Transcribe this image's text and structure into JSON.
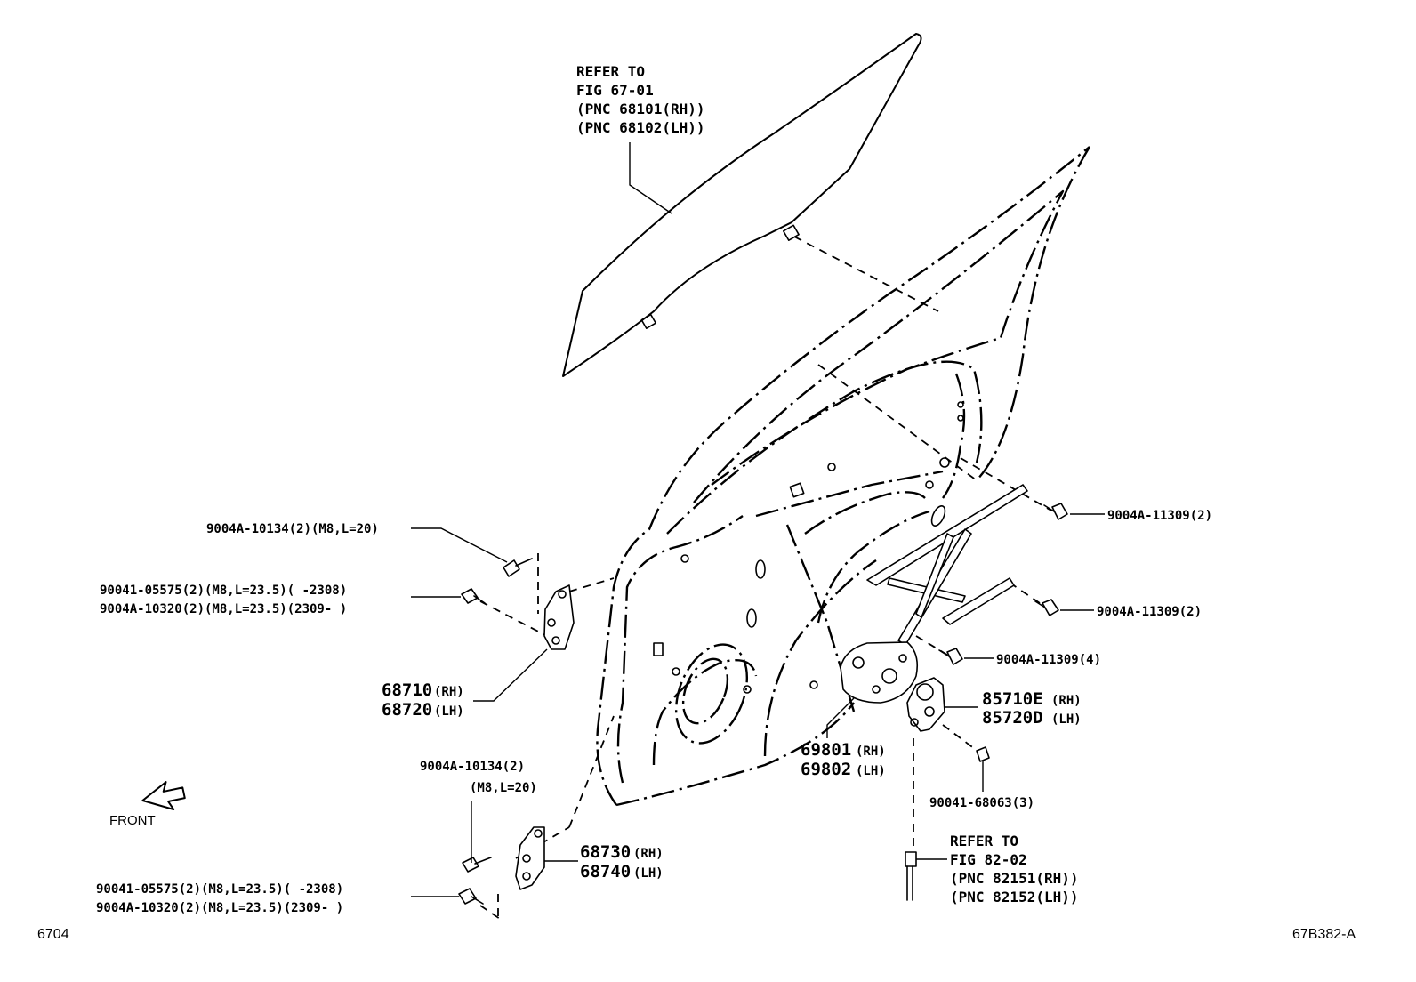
{
  "glass_reference": {
    "line1": "REFER TO",
    "line2": "FIG 67-01",
    "line3": "(PNC 68101(RH))",
    "line4": "(PNC 68102(LH))"
  },
  "wire_reference": {
    "line1": "REFER TO",
    "line2": "FIG 82-02",
    "line3": "(PNC 82151(RH))",
    "line4": "(PNC 82152(LH))"
  },
  "callouts": {
    "bolt_upper_hinge": "9004A-10134(2)(M8,L=20)",
    "bolt_upper_hinge_alt1": "90041-05575(2)(M8,L=23.5)(     -2308)",
    "bolt_upper_hinge_alt2": "9004A-10320(2)(M8,L=23.5)(2309-     )",
    "regulator_bolt_top": "9004A-11309(2)",
    "regulator_bolt_mid": "9004A-11309(2)",
    "regulator_bolt_low": "9004A-11309(4)",
    "motor_screw": "90041-68063(3)",
    "bolt_lower_hinge_line1": "9004A-10134(2)",
    "bolt_lower_hinge_line2": "(M8,L=20)",
    "bolt_lower_hinge_alt1": "90041-05575(2)(M8,L=23.5)(     -2308)",
    "bolt_lower_hinge_alt2": "9004A-10320(2)(M8,L=23.5)(2309-     )"
  },
  "parts": {
    "upper_hinge_rh": "68710",
    "upper_hinge_lh": "68720",
    "lower_hinge_rh": "68730",
    "lower_hinge_lh": "68740",
    "regulator_rh": "69801",
    "regulator_lh": "69802",
    "motor_rh": "85710E",
    "motor_lh": "85720D",
    "rh_tag": "(RH)",
    "lh_tag": "(LH)"
  },
  "front_label": "FRONT",
  "figure_number": "6704",
  "illustration_code": "67B382-A",
  "icons": {
    "front_arrow": "front-direction-arrow-icon"
  }
}
